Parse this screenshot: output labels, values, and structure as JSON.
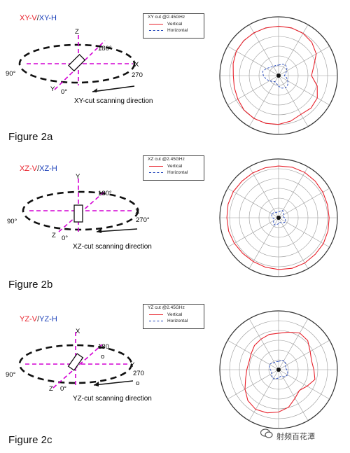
{
  "panels": [
    {
      "figure_label": "Figure 2a",
      "cut": {
        "v": "XY-V",
        "sep": "/",
        "h": "XY-H"
      },
      "legend_title": "XY cut @2.45GHz",
      "legend_vertical": "Vertical",
      "legend_horizontal": "Horizontal",
      "axis_up": "Z",
      "axis_right": "X",
      "axis_front": "Y",
      "angle_top": "180°",
      "angle_right": "270",
      "angle_left": "90°",
      "angle_front": "0°",
      "scan_text": "XY-cut scanning direction"
    },
    {
      "figure_label": "Figure 2b",
      "cut": {
        "v": "XZ-V",
        "sep": "/",
        "h": "XZ-H"
      },
      "legend_title": "XZ cut @2.45GHz",
      "legend_vertical": "Vertical",
      "legend_horizontal": "Horizontal",
      "axis_up": "Y",
      "axis_right": "X",
      "axis_front": "Z",
      "angle_top": "180°",
      "angle_right": "270°",
      "angle_left": "90°",
      "angle_front": "0°",
      "scan_text": "XZ-cut scanning direction"
    },
    {
      "figure_label": "Figure 2c",
      "cut": {
        "v": "YZ-V",
        "sep": "/",
        "h": "YZ-H"
      },
      "legend_title": "YZ cut @2.45GHz",
      "legend_vertical": "Vertical",
      "legend_horizontal": "Horizontal",
      "axis_up": "X",
      "axis_right": "Y",
      "axis_front": "Z",
      "angle_top": "180",
      "angle_top2": "o",
      "angle_right": "270",
      "angle_right2": "o",
      "angle_left": "90°",
      "angle_front": "0°",
      "scan_text": "YZ-cut scanning direction"
    }
  ],
  "colors": {
    "vertical": "#e8212b",
    "horizontal": "#1a3fb8",
    "axis_dash": "#d400d4"
  },
  "watermark": "射频百花潭",
  "chart_data": [
    {
      "type": "polar",
      "title": "XY cut @2.45GHz",
      "grid_rings": 6,
      "grid_spokes": 12,
      "series": [
        {
          "name": "Vertical",
          "r": [
            0.84,
            0.84,
            0.83,
            0.8,
            0.74,
            0.62,
            0.56,
            0.68,
            0.76,
            0.78,
            0.76,
            0.8,
            0.83,
            0.84,
            0.84,
            0.83,
            0.8,
            0.78,
            0.77,
            0.8,
            0.83,
            0.84,
            0.84,
            0.84
          ]
        },
        {
          "name": "Horizontal",
          "r": [
            0.18,
            0.2,
            0.22,
            0.2,
            0.16,
            0.12,
            0.1,
            0.14,
            0.18,
            0.22,
            0.24,
            0.22,
            0.18,
            0.14,
            0.12,
            0.14,
            0.18,
            0.22,
            0.26,
            0.28,
            0.24,
            0.2,
            0.18,
            0.18
          ]
        }
      ]
    },
    {
      "type": "polar",
      "title": "XZ cut @2.45GHz",
      "grid_rings": 6,
      "grid_spokes": 12,
      "series": [
        {
          "name": "Vertical",
          "r": [
            0.88,
            0.89,
            0.89,
            0.88,
            0.87,
            0.86,
            0.86,
            0.87,
            0.88,
            0.88,
            0.89,
            0.89,
            0.88,
            0.87,
            0.86,
            0.86,
            0.87,
            0.88,
            0.88,
            0.89,
            0.89,
            0.88,
            0.88,
            0.88
          ]
        },
        {
          "name": "Horizontal",
          "r": [
            0.1,
            0.12,
            0.14,
            0.12,
            0.1,
            0.08,
            0.1,
            0.12,
            0.14,
            0.12,
            0.1,
            0.08,
            0.1,
            0.12,
            0.14,
            0.12,
            0.1,
            0.08,
            0.1,
            0.12,
            0.14,
            0.12,
            0.1,
            0.1
          ]
        }
      ]
    },
    {
      "type": "polar",
      "title": "YZ cut @2.45GHz",
      "grid_rings": 6,
      "grid_spokes": 12,
      "series": [
        {
          "name": "Vertical",
          "r": [
            0.62,
            0.66,
            0.72,
            0.7,
            0.62,
            0.58,
            0.6,
            0.64,
            0.56,
            0.5,
            0.56,
            0.66,
            0.72,
            0.76,
            0.78,
            0.74,
            0.66,
            0.58,
            0.54,
            0.52,
            0.54,
            0.58,
            0.6,
            0.62
          ]
        },
        {
          "name": "Horizontal",
          "r": [
            0.14,
            0.16,
            0.18,
            0.16,
            0.14,
            0.12,
            0.14,
            0.16,
            0.18,
            0.16,
            0.14,
            0.12,
            0.14,
            0.16,
            0.18,
            0.16,
            0.14,
            0.12,
            0.14,
            0.16,
            0.18,
            0.16,
            0.14,
            0.14
          ]
        }
      ]
    }
  ]
}
